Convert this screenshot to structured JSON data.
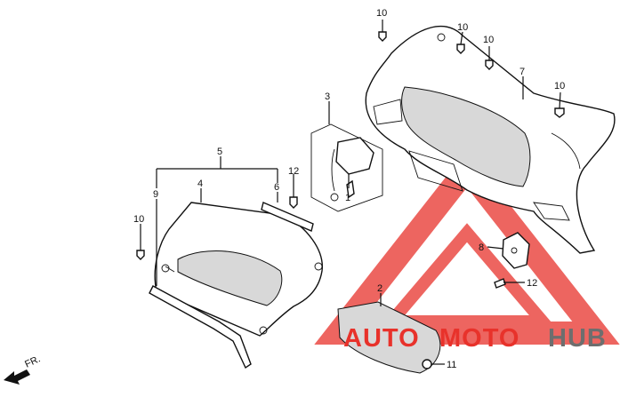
{
  "labels": {
    "l1": "1",
    "l2": "2",
    "l3": "3",
    "l4": "4",
    "l5": "5",
    "l6": "6",
    "l7": "7",
    "l8": "8",
    "l9": "9",
    "l10a": "10",
    "l10b": "10",
    "l10c": "10",
    "l10d": "10",
    "l10e": "10",
    "l11": "11",
    "l12a": "12",
    "l12b": "12"
  },
  "direction": {
    "text": "FR."
  },
  "watermark": {
    "part1": "AUTO",
    "part2": "MOTO",
    "part3": "HUB"
  },
  "colors": {
    "watermark_red": "#e8322b",
    "watermark_gray": "#6e6e6e",
    "line": "#111111"
  }
}
